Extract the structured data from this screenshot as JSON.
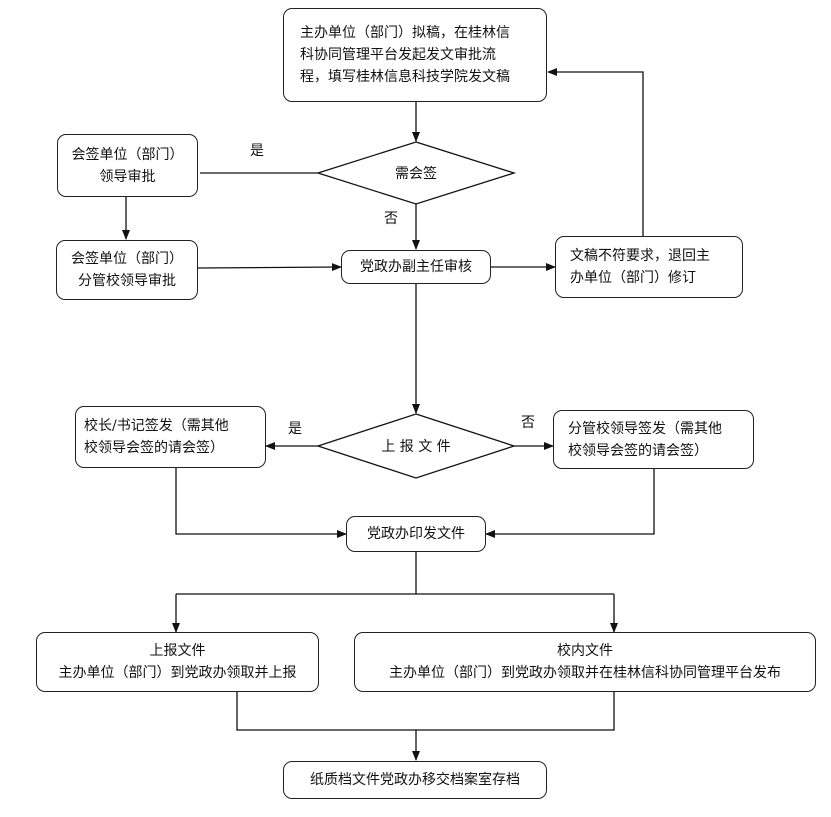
{
  "nodes": {
    "draft": [
      "主办单位（部门）拟稿，在桂林信",
      "科协同管理平台发起发文审批流",
      "程，填写桂林信息科技学院发文稿"
    ],
    "need_countersign": "需会签",
    "countersign_leader": [
      "会签单位（部门）",
      "领导审批"
    ],
    "countersign_vp": [
      "会签单位（部门）",
      "分管校领导审批"
    ],
    "deputy_director_review": "党政办副主任审核",
    "return_revise": [
      "文稿不符要求，退回主",
      "办单位（部门）修订"
    ],
    "report_file": "上 报 文 件",
    "president_sign": [
      "校长/书记签发（需其他",
      "校领导会签的请会签）"
    ],
    "vp_sign": [
      "分管校领导签发（需其他",
      "校领导会签的请会签）"
    ],
    "print_issue": "党政办印发文件",
    "report_branch": [
      "上报文件",
      "主办单位（部门）到党政办领取并上报"
    ],
    "internal_branch": [
      "校内文件",
      "主办单位（部门）到党政办领取并在桂林信科协同管理平台发布"
    ],
    "archive": "纸质档文件党政办移交档案室存档"
  },
  "labels": {
    "yes_1": "是",
    "no_1": "否",
    "yes_2": "是",
    "no_2": "否"
  }
}
